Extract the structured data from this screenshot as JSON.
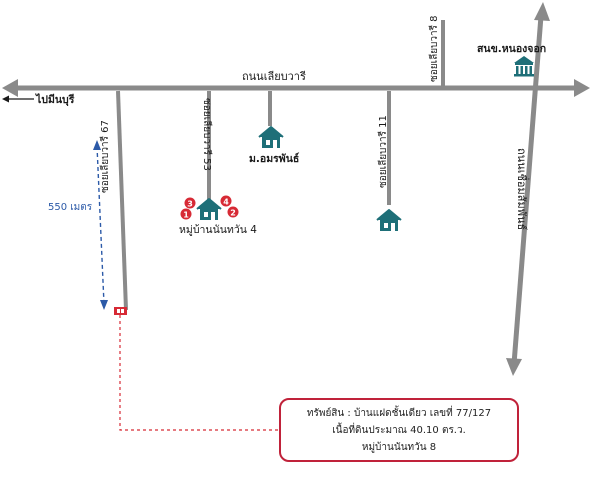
{
  "map": {
    "main_road": "ถนนเลียบวารี",
    "road_right_vertical": "ถนนเชื่อมสัมพันธ์",
    "direction_left": "ไปมีนบุรี",
    "soi_67": "ซอยเลียบวารี 67",
    "soi_53": "ซอยเลียบวารี 53",
    "soi_11": "ซอยเลียบวารี 11",
    "soi_8": "ซอยเลียบวารี 8",
    "distance": "550 เมตร",
    "school_label": "สนข.หนองจอก",
    "village_amarin": "ม.อมรพันธ์",
    "village_nantawan4": "หมู่บ้านนันทวัน 4",
    "markers": [
      "1",
      "2",
      "3",
      "4"
    ],
    "icons": {
      "house": "house-icon",
      "school": "government-building-icon"
    },
    "colors": {
      "road": "#8a8a8a",
      "house": "#1e6f78",
      "distance": "#2c5aa8",
      "marker": "#d72a35",
      "frame": "#c0223a"
    }
  },
  "property_box": {
    "line1": "ทรัพย์สิน : บ้านแฝดชั้นเดียว เลขที่ 77/127",
    "line2": "เนื้อที่ดินประมาณ 40.10 ตร.ว.",
    "line3": "หมู่บ้านนันทวัน 8"
  }
}
